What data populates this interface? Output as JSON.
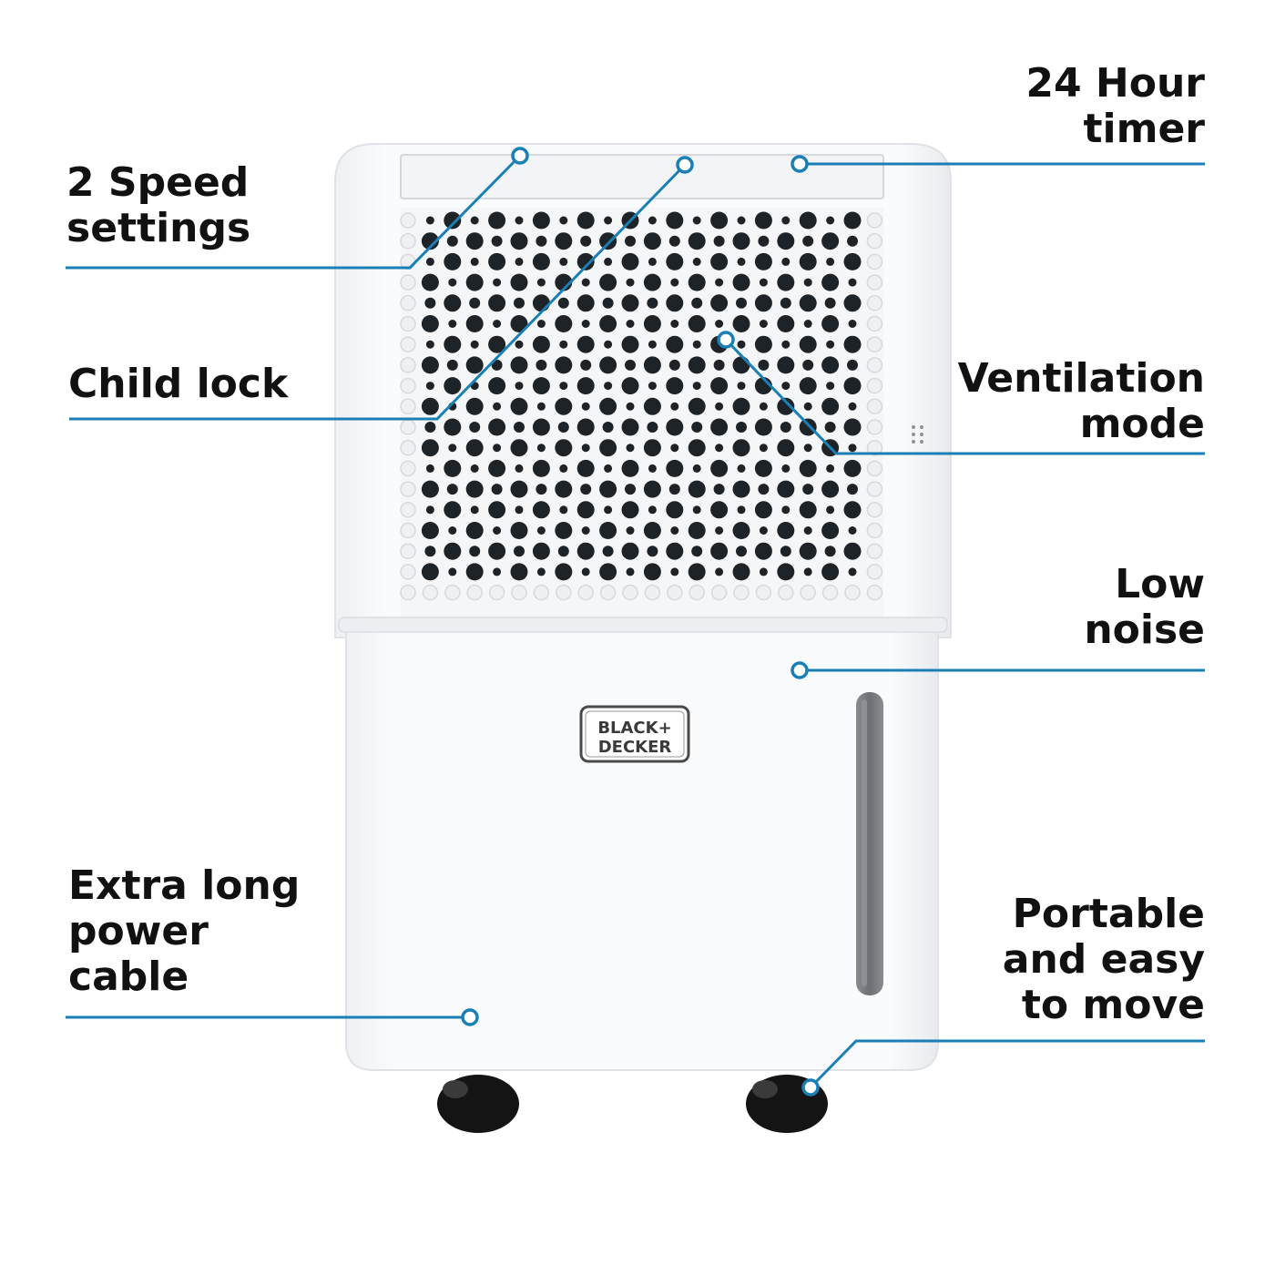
{
  "labels": {
    "speed": {
      "line1": "2 Speed",
      "line2": "settings"
    },
    "child_lock": {
      "line1": "Child lock"
    },
    "cable": {
      "line1": "Extra long",
      "line2": "power",
      "line3": "cable"
    },
    "timer": {
      "line1": "24 Hour",
      "line2": "timer"
    },
    "ventilation": {
      "line1": "Ventilation",
      "line2": "mode"
    },
    "noise": {
      "line1": "Low",
      "line2": "noise"
    },
    "portable": {
      "line1": "Portable",
      "line2": "and easy",
      "line3": "to move"
    }
  },
  "brand": {
    "line1": "BLACK+",
    "line2": "DECKER"
  },
  "colors": {
    "accent": "#1a7fb5",
    "body": "#f7f8fa",
    "grille_hole": "#1e2328",
    "wheel": "#151515",
    "window": "#7b7d82"
  }
}
